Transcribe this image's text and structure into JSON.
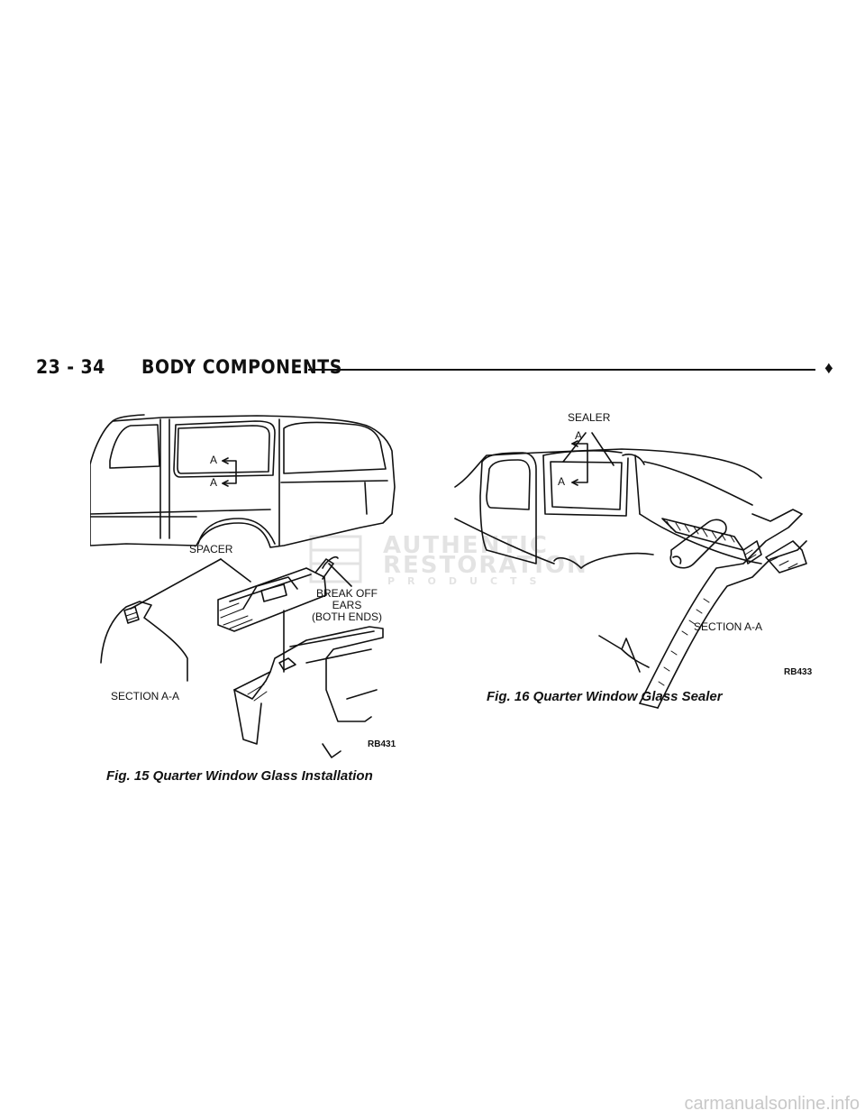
{
  "header": {
    "page_number": "23 - 34",
    "section_title": "BODY COMPONENTS",
    "marker": "♦"
  },
  "figure15": {
    "labels": {
      "arrow_a_top": "A",
      "arrow_a_bottom": "A",
      "spacer": "SPACER",
      "break_off_line1": "BREAK OFF",
      "break_off_line2": "EARS",
      "break_off_line3": "(BOTH ENDS)",
      "section": "SECTION A-A",
      "ref_code": "RB431"
    },
    "caption": "Fig. 15 Quarter Window Glass Installation"
  },
  "figure16": {
    "labels": {
      "sealer": "SEALER",
      "arrow_a_top": "A",
      "arrow_a_bottom": "A",
      "section": "SECTION A-A",
      "ref_code": "RB433"
    },
    "caption": "Fig. 16 Quarter Window Glass Sealer"
  },
  "watermark": {
    "line1": "AUTHENTIC",
    "line2": "RESTORATION",
    "line3": "PRODUCTS"
  },
  "footer": {
    "site": "carmanualsonline.info"
  }
}
